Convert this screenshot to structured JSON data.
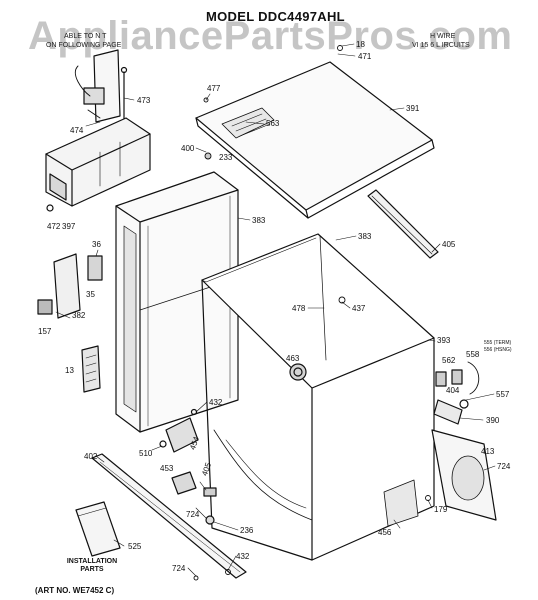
{
  "header": {
    "model_title": "MODEL DDC4497AHL",
    "watermark": "AppliancePartsPros.com",
    "note_left_line1": "ABLE TO N T",
    "note_left_line2": "ON FOLLOWING PAGE",
    "note_right_line1": "H WIRE",
    "note_right_line2": "VI 15 6 L IRCUITS"
  },
  "footer": {
    "art_number": "(ART NO. WE7452 C)",
    "installation_parts_line1": "INSTALLATION",
    "installation_parts_line2": "PARTS"
  },
  "part_labels": {
    "p18": "18",
    "p471": "471",
    "p477": "477",
    "p473": "473",
    "p474": "474",
    "p563": "563",
    "p391": "391",
    "p400": "400",
    "p233": "233",
    "p472": "472",
    "p397": "397",
    "p383a": "383",
    "p383b": "383",
    "p405a": "405",
    "p36": "36",
    "p35": "35",
    "p382": "382",
    "p157": "157",
    "p478": "478",
    "p437": "437",
    "p393": "393",
    "p555": "555 (TERM)",
    "p556": "556 (HSNG)",
    "p562": "562",
    "p558": "558",
    "p13": "13",
    "p463": "463",
    "p404": "404",
    "p557": "557",
    "p390": "390",
    "p432a": "432",
    "p510": "510",
    "p454": "454",
    "p413": "413",
    "p402": "402",
    "p453": "453",
    "p405b": "405",
    "p724a": "724",
    "p724b": "724",
    "p236": "236",
    "p456": "456",
    "p179": "179",
    "p525": "525",
    "p432b": "432",
    "p724c": "724"
  }
}
